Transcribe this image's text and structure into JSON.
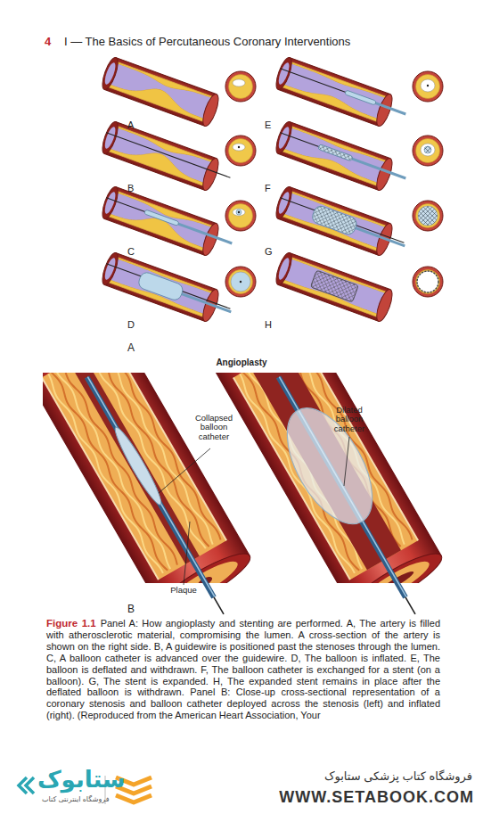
{
  "diagram": {
    "caption": "Panel A: How angioplasty and stenting are performed. A, The artery is filled with atherosclerotic material, compromising the lumen. A cross-section of the artery is shown on the right side. B, A guidewire is positioned past the stenoses through the lumen. C, A balloon catheter is advanced over the guidewire. D, The balloon is inflated. E, The balloon is deflated and withdrawn. F, The balloon catheter is exchanged for a stent (on a balloon). G, The stent is expanded. H, The expanded stent remains in place after the deflated balloon is withdrawn. Panel B: Close-up cross-sectional representation of a coronary stenosis and balloon catheter deployed across the stenosis (left) and inflated (right). (Reproduced from the American Heart Association, Your",
    "labels": [
      "4",
      "I — The Basics of Percutaneous Coronary Interventions",
      "A",
      "B",
      "C",
      "D",
      "E",
      "F",
      "G",
      "H",
      "A",
      "Angioplasty",
      "Collapsed balloon catheter",
      "Dilated balloon catheter",
      "Plaque",
      "B",
      "Figure 1.1",
      "ستابوک",
      "فروشگاه اینترنتی کتاب",
      "فروشگاه کتاب پزشکی ستابوک",
      "WWW.SETABOOK.COM"
    ]
  }
}
